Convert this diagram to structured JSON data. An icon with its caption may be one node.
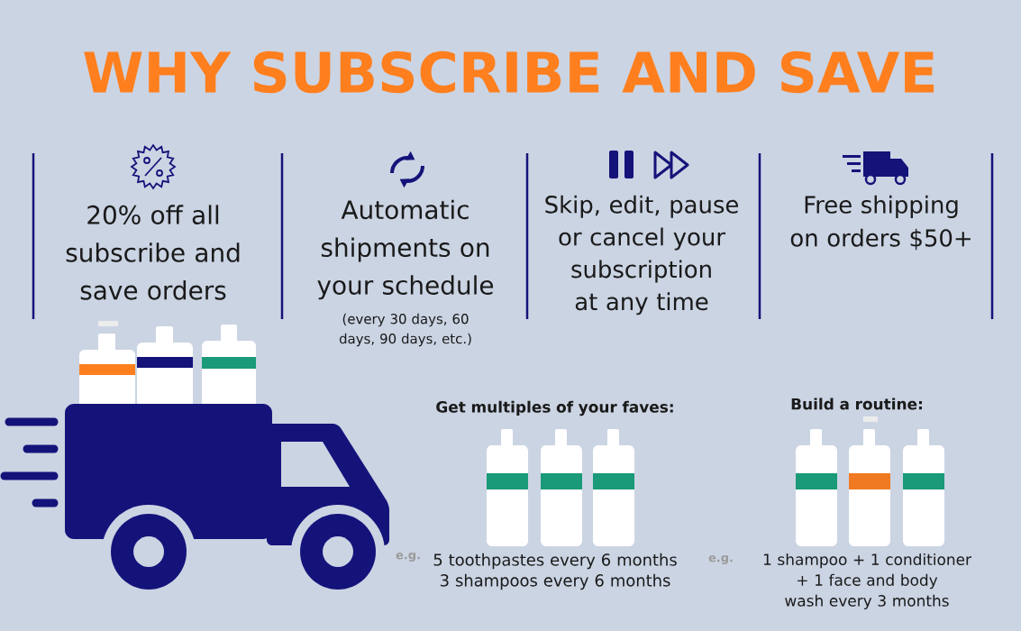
{
  "diagram": {
    "title": "WHY SUBSCRIBE AND SAVE",
    "labels": [
      "20% off all subscribe and save orders",
      "Automatic shipments on your schedule",
      "(every 30 days, 60 days, 90 days, etc.)",
      "Skip, edit, pause or cancel your subscription at any time",
      "Free shipping on orders $50+",
      "Get multiples of your faves:",
      "e.g.",
      "5 toothpastes every 6 months 3 shampoos every 6 months",
      "Build a routine:",
      "e.g.",
      "1 shampoo + 1 conditioner + 1 face and body wash every 3 months"
    ]
  }
}
